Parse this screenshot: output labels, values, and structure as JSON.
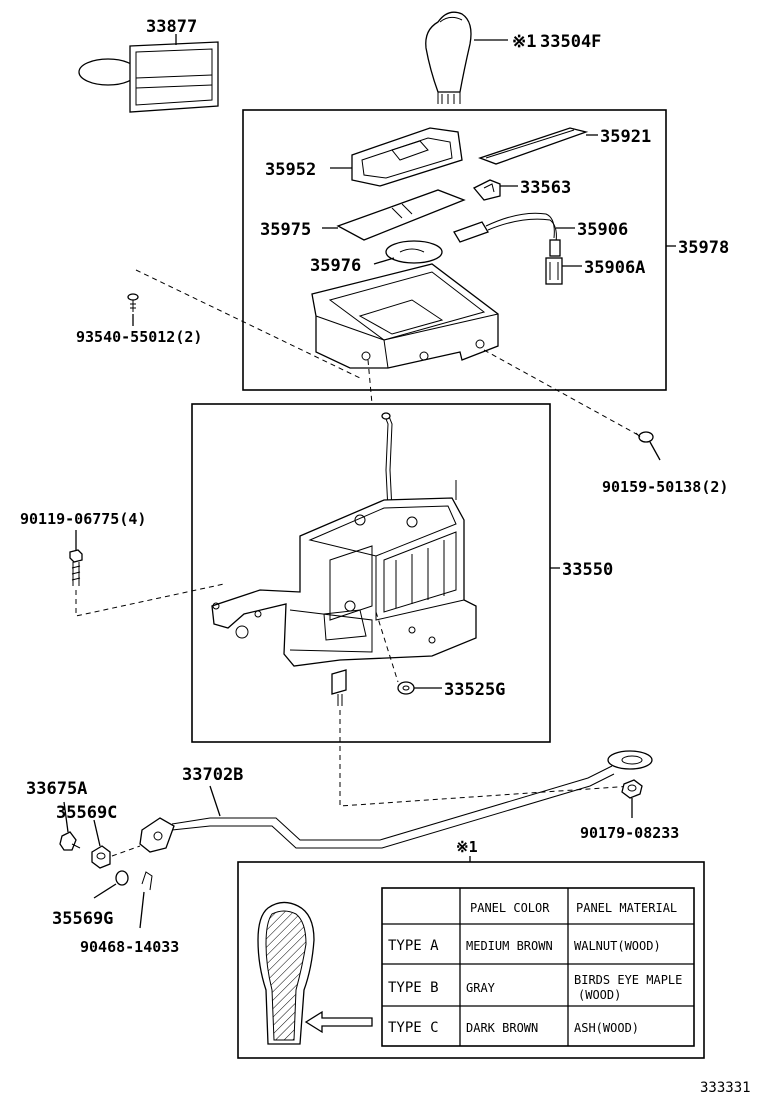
{
  "labels": {
    "p33877": "33877",
    "p33504f_mark": "※1",
    "p33504f": "33504F",
    "p35921": "35921",
    "p35952": "35952",
    "p33563": "33563",
    "p35975": "35975",
    "p35906": "35906",
    "p35978": "35978",
    "p35976": "35976",
    "p35906a": "35906A",
    "p93540": "93540-55012(2)",
    "p90159": "90159-50138(2)",
    "p90119": "90119-06775(4)",
    "p33550": "33550",
    "p33525g": "33525G",
    "p33675a": "33675A",
    "p33702b": "33702B",
    "p35569c": "35569C",
    "p90179": "90179-08233",
    "p35569g": "35569G",
    "p90468": "90468-14033",
    "note_mark": "※1",
    "figure_id": "333331"
  },
  "table": {
    "headers": [
      "",
      "PANEL COLOR",
      "PANEL MATERIAL"
    ],
    "rows": [
      {
        "type": "TYPE A",
        "color": "MEDIUM BROWN",
        "material": "WALNUT(WOOD)",
        "material2": ""
      },
      {
        "type": "TYPE B",
        "color": "GRAY",
        "material": "BIRDS EYE MAPLE",
        "material2": "(WOOD)"
      },
      {
        "type": "TYPE C",
        "color": "DARK BROWN",
        "material": "ASH(WOOD)",
        "material2": ""
      }
    ]
  }
}
